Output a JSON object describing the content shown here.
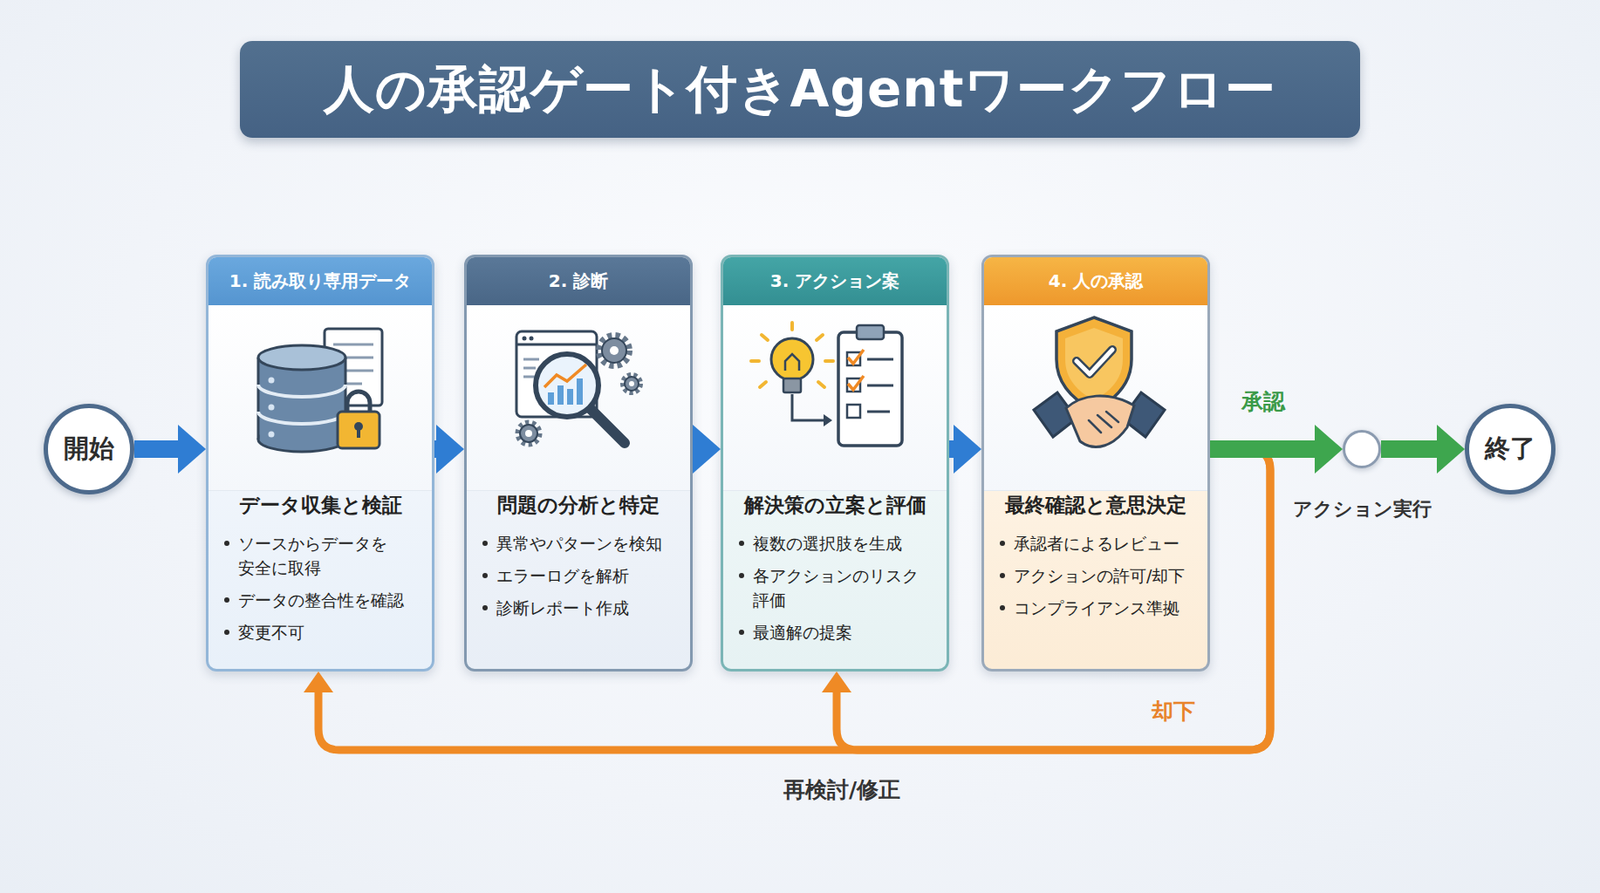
{
  "diagram": {
    "title": "人の承認ゲート付きAgentワークフロー",
    "nodes": [
      {
        "text": [
          "開始"
        ]
      },
      {
        "text": [
          "1. 読み取り専用データ",
          "データ収集と検証",
          "ソースからデータを 安全に取得",
          "データの整合性を確認",
          "変更不可"
        ]
      },
      {
        "text": [
          "2. 診断",
          "問題の分析と特定",
          "異常やパターンを検知",
          "エラーログを解析",
          "診断レポート作成"
        ]
      },
      {
        "text": [
          "3. アクション案",
          "解決策の立案と評価",
          "複数の選択肢を生成",
          "各アクションのリスク 評価",
          "最適解の提案"
        ]
      },
      {
        "text": [
          "4. 人の承認",
          "最終確認と意思決定",
          "承認者によるレビュー",
          "アクションの許可/却下",
          "コンプライアンス準拠"
        ]
      },
      {
        "text": [
          "アクション実行"
        ]
      },
      {
        "text": [
          "終了"
        ]
      }
    ],
    "edges": [
      {
        "from": 0,
        "to": 1,
        "arrow": "to"
      },
      {
        "from": 1,
        "to": 2,
        "arrow": "to"
      },
      {
        "from": 2,
        "to": 3,
        "arrow": "to"
      },
      {
        "from": 3,
        "to": 4,
        "arrow": "to"
      },
      {
        "from": 4,
        "to": 5,
        "label": "承認",
        "arrow": "to"
      },
      {
        "from": 5,
        "to": 6,
        "arrow": "to"
      },
      {
        "from": 4,
        "to": 3,
        "label": "却下",
        "arrow": "to"
      },
      {
        "from": 4,
        "to": 1,
        "label": "再検討/修正",
        "arrow": "to"
      }
    ]
  }
}
